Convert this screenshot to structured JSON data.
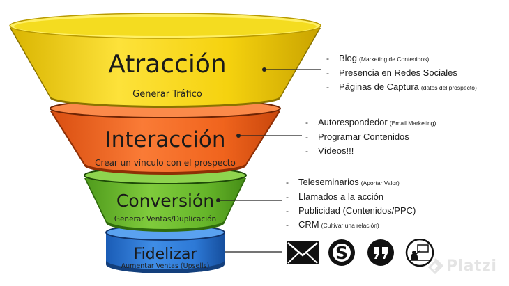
{
  "stages": [
    {
      "title": "Atracción",
      "subtitle": "Generar Tráfico",
      "color": "#f7d414"
    },
    {
      "title": "Interacción",
      "subtitle": "Crear un vínculo con el prospecto",
      "color": "#f36b24"
    },
    {
      "title": "Conversión",
      "subtitle": "Generar Ventas/Duplicación",
      "color": "#6cbb2f"
    },
    {
      "title": "Fidelizar",
      "subtitle": "Aumentar Ventas (Upsells)",
      "color": "#2a77d6"
    }
  ],
  "lists": {
    "atraccion": [
      {
        "dash": "-",
        "text": "Blog",
        "note": "(Marketing de Contenidos)"
      },
      {
        "dash": "-",
        "text": "Presencia en Redes Sociales",
        "note": ""
      },
      {
        "dash": "-",
        "text": "Páginas de Captura",
        "note": "(datos del prospecto)"
      }
    ],
    "interaccion": [
      {
        "dash": "-",
        "text": "Autorespondedor",
        "note": "(Email Marketing)"
      },
      {
        "dash": "-",
        "text": "Programar Contenidos",
        "note": ""
      },
      {
        "dash": "-",
        "text": "Vídeos!!!",
        "note": ""
      }
    ],
    "conversion": [
      {
        "dash": "-",
        "text": "Teleseminarios",
        "note": "(Aportar Valor)"
      },
      {
        "dash": "-",
        "text": "Llamados a la acción",
        "note": ""
      },
      {
        "dash": "-",
        "text": "Publicidad (Contenidos/PPC)",
        "note": ""
      },
      {
        "dash": "-",
        "text": "CRM",
        "note": "(Cultivar una relación)"
      }
    ]
  },
  "fidelizar_icons": [
    "envelope-icon",
    "skype-icon",
    "quote-icon",
    "presentation-icon"
  ],
  "watermark": "Platzi"
}
